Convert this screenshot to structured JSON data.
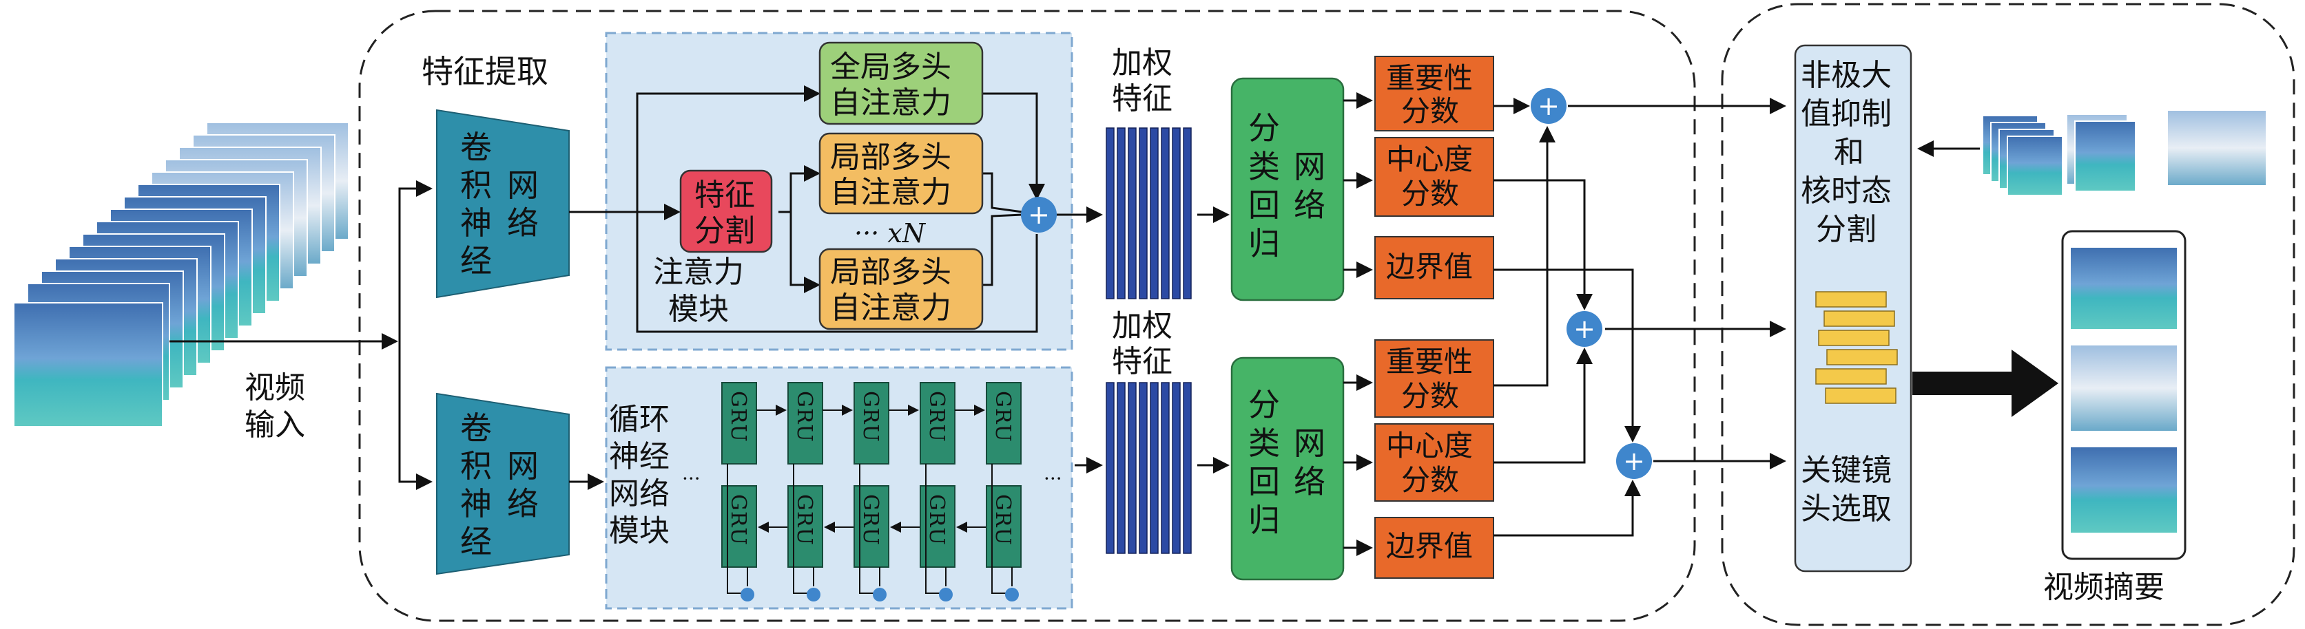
{
  "labels": {
    "feature_extraction": "特征提取",
    "video_input_l1": "视频",
    "video_input_l2": "输入",
    "cnn_chars": [
      "卷",
      "积",
      "神",
      "经",
      "网",
      "络"
    ],
    "feature_split_l1": "特征",
    "feature_split_l2": "分割",
    "global_attn_l1": "全局多头",
    "global_attn_l2": "自注意力",
    "local_attn_l1": "局部多头",
    "local_attn_l2": "自注意力",
    "repeat": "··· xN",
    "attn_module_l1": "注意力",
    "attn_module_l2": "模块",
    "rnn_module": [
      "循环",
      "神经",
      "网络",
      "模块"
    ],
    "gru": "GRU",
    "ellipsis": "···",
    "weighted_l1": "加权",
    "weighted_l2": "特征",
    "cls_reg_chars": [
      "分",
      "类",
      "回",
      "归",
      "网",
      "络"
    ],
    "importance_l1": "重要性",
    "importance_l2": "分数",
    "center_l1": "中心度",
    "center_l2": "分数",
    "boundary": "边界值",
    "nms_lines": [
      "非极大",
      "值抑制",
      "和",
      "核时态",
      "分割"
    ],
    "keyshot_lines": [
      "关键镜",
      "头选取"
    ],
    "video_summary": "视频摘要",
    "plus": "+"
  },
  "colors": {
    "cnn": "#2e8faa",
    "module_bg": "#d6e6f4",
    "module_border": "#7fa8d0",
    "global_attn": "#9dd07a",
    "local_attn": "#f3bd62",
    "feature_split": "#e8485c",
    "gru": "#2c8c6e",
    "weighted_bar": "#2c4aa4",
    "cls_reg": "#46b467",
    "score": "#e8692a",
    "plus": "#3f86cc",
    "nms_bg": "#d6e6f4",
    "yellow_bar": "#f4c94a"
  }
}
